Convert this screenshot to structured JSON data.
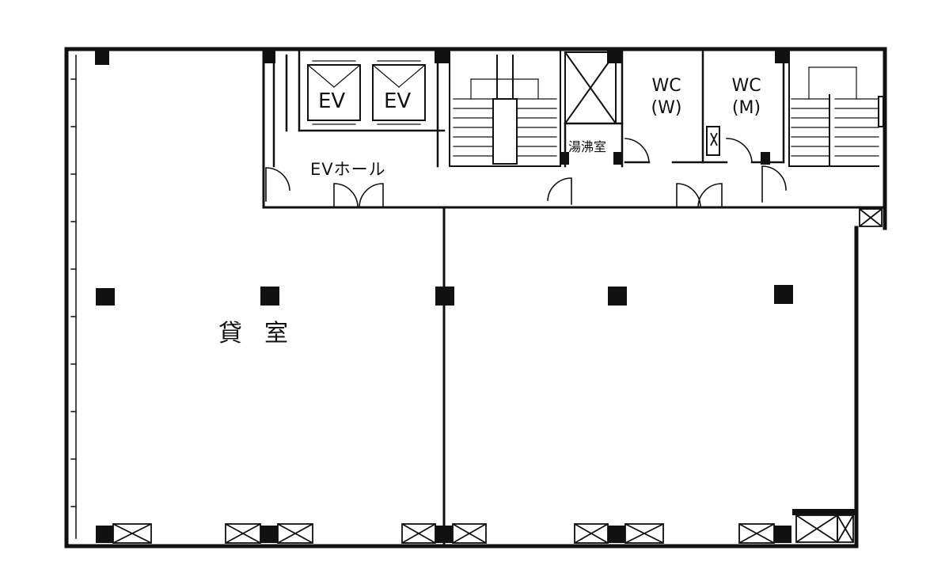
{
  "labels": {
    "ev_left": "EV",
    "ev_right": "EV",
    "ev_hall": "EVホール",
    "pantry": "湯沸室",
    "wc_women_1": "WC",
    "wc_women_2": "(W)",
    "wc_men_1": "WC",
    "wc_men_2": "(M)",
    "tenant_space": "貸室"
  },
  "colors": {
    "ink": "#111111",
    "background": "#ffffff"
  }
}
